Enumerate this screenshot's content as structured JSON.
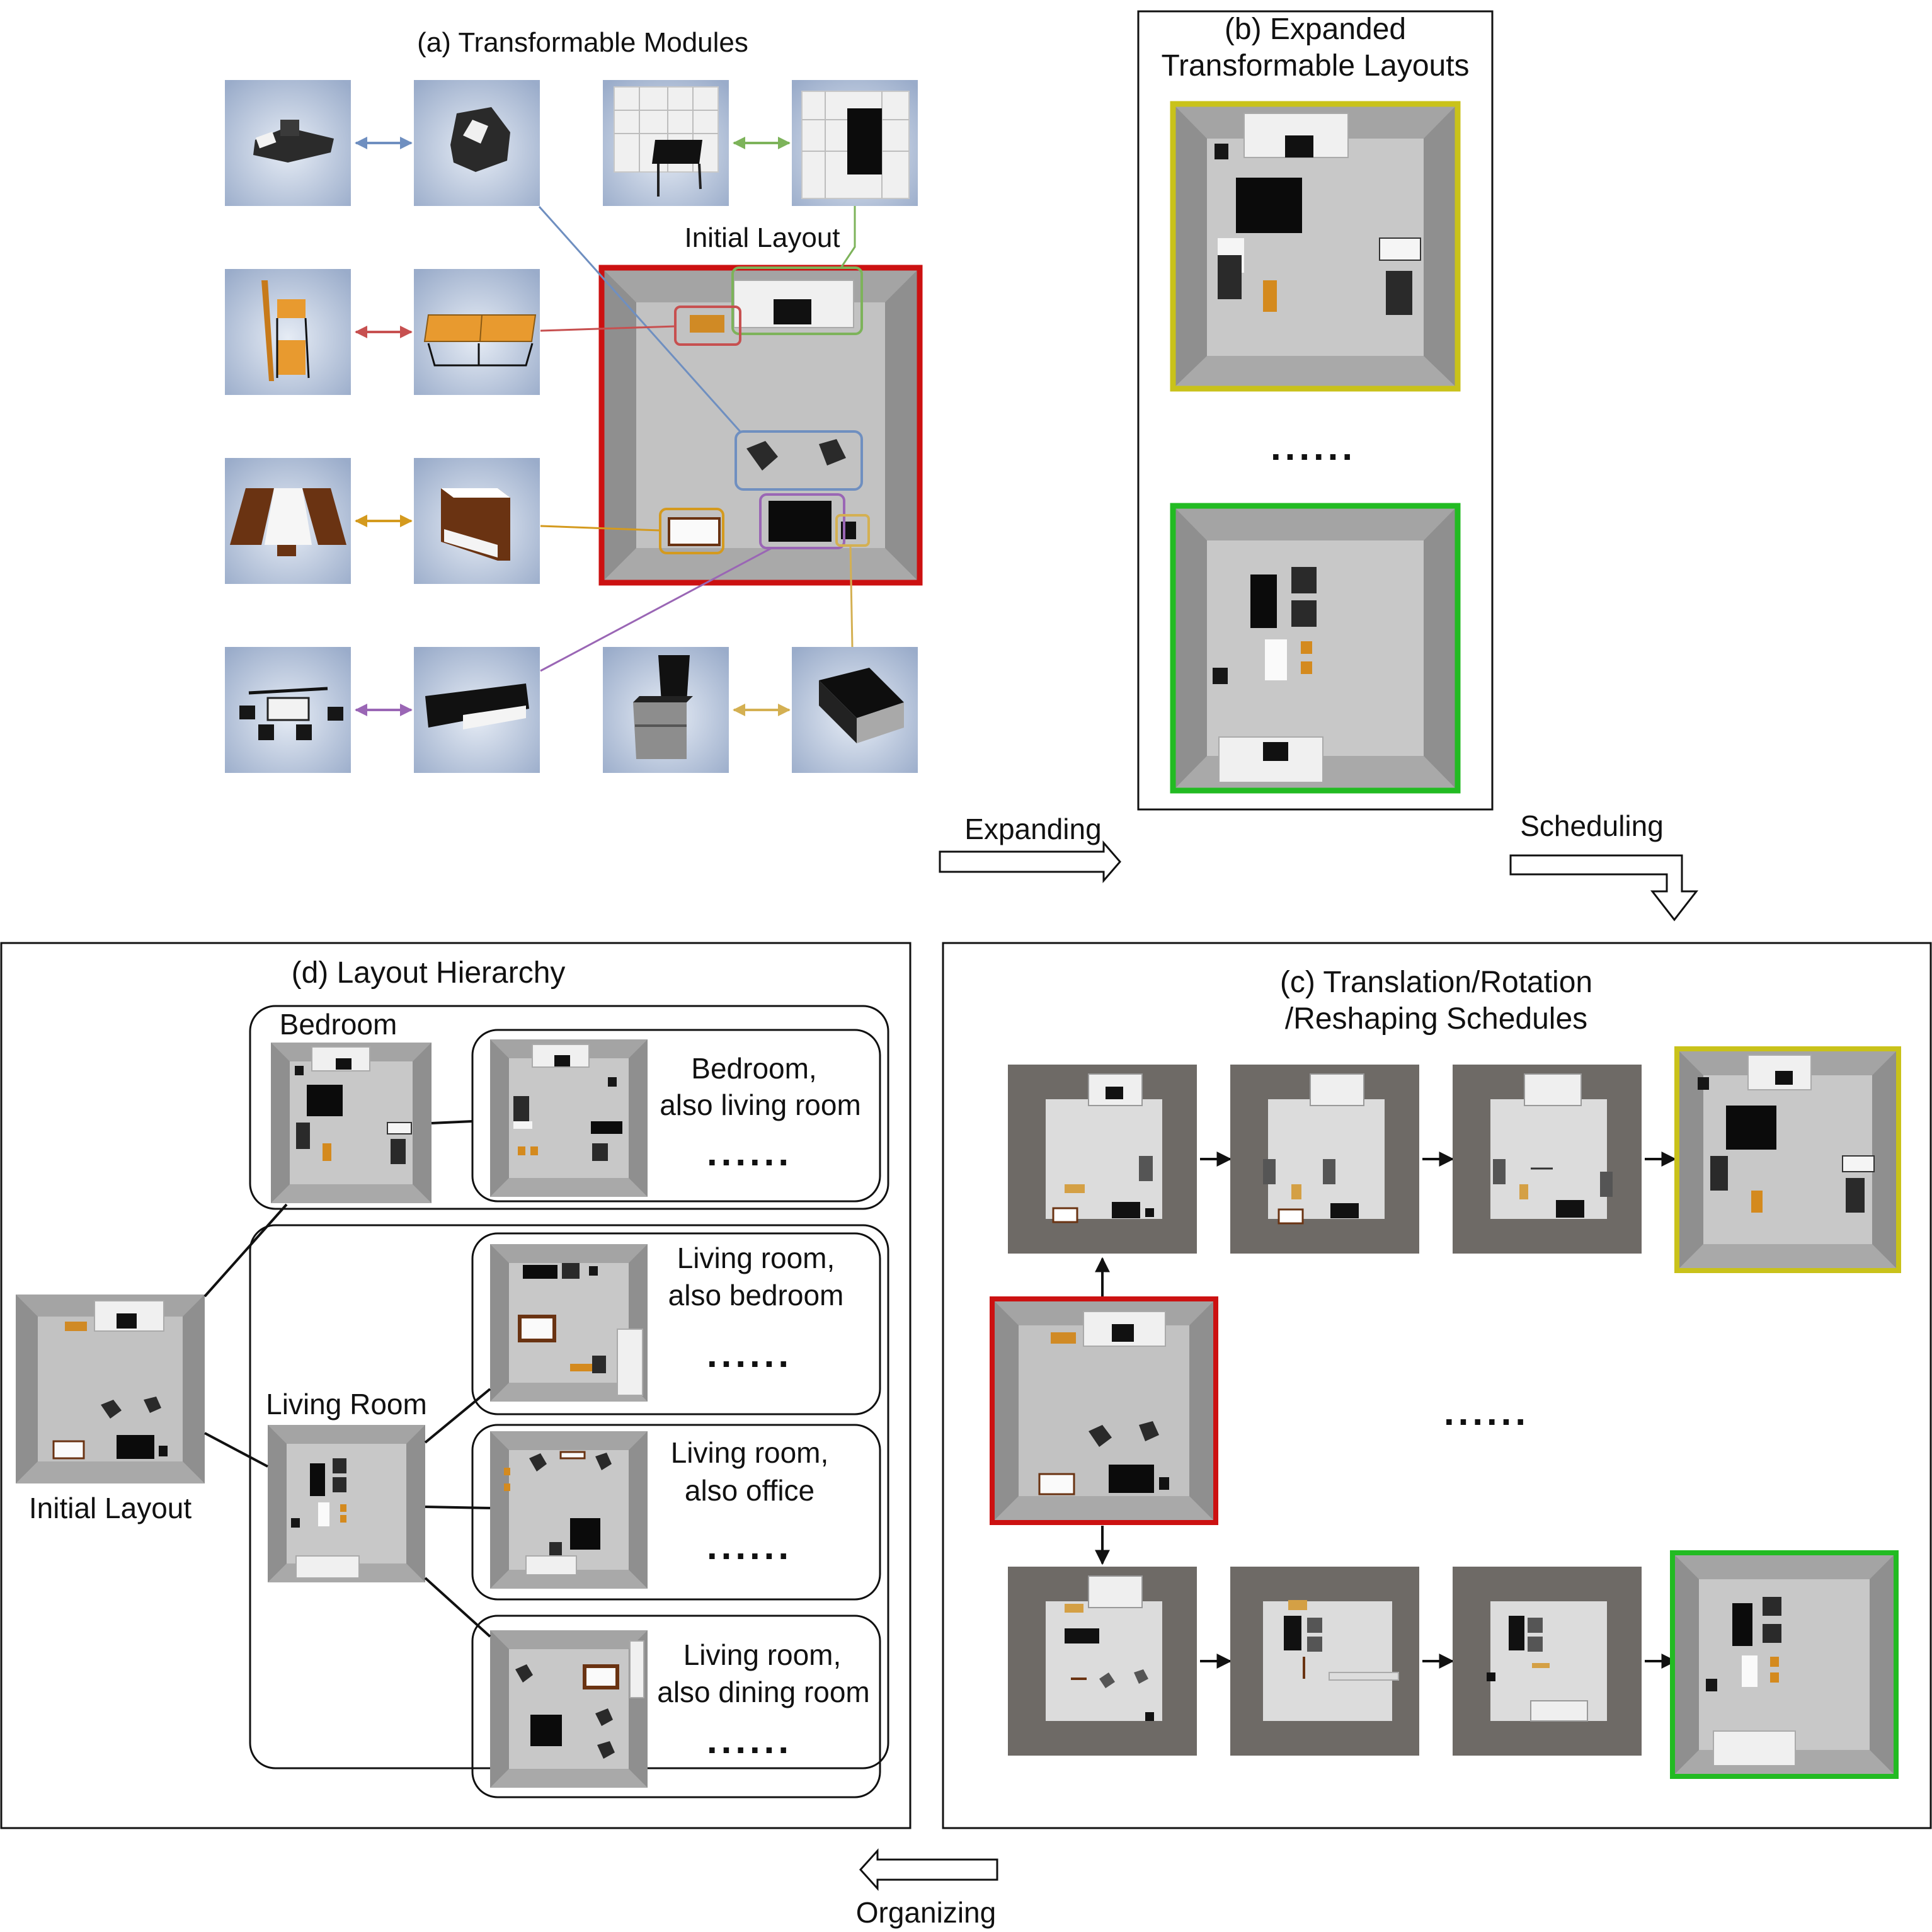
{
  "labels": {
    "a_title": "(a) Transformable Modules",
    "a_initial": "Initial Layout",
    "b_title_1": "(b) Expanded",
    "b_title_2": "Transformable Layouts",
    "c_title_1": "(c) Translation/Rotation",
    "c_title_2": "/Reshaping Schedules",
    "d_title": "(d) Layout Hierarchy",
    "d_initial": "Initial Layout",
    "bedroom": "Bedroom",
    "living_room": "Living Room",
    "bed_living_1": "Bedroom,",
    "bed_living_2": "also living room",
    "liv_bed_1": "Living room,",
    "liv_bed_2": "also bedroom",
    "liv_off_1": "Living room,",
    "liv_off_2": "also office",
    "liv_din_1": "Living room,",
    "liv_din_2": "also dining room",
    "ellipsis": "......"
  },
  "arrows": {
    "expanding": "Expanding",
    "scheduling": "Scheduling",
    "organizing": "Organizing"
  },
  "colors": {
    "initial_frame": "#cc1111",
    "yellow_frame": "#c9c21a",
    "green_frame": "#22bb22",
    "blue_link": "#6f8fc0",
    "green_link": "#7db35a",
    "red_link": "#c75050",
    "orange_link": "#d49a1e",
    "purple_link": "#9a66b5",
    "gold_link": "#d4b052"
  }
}
